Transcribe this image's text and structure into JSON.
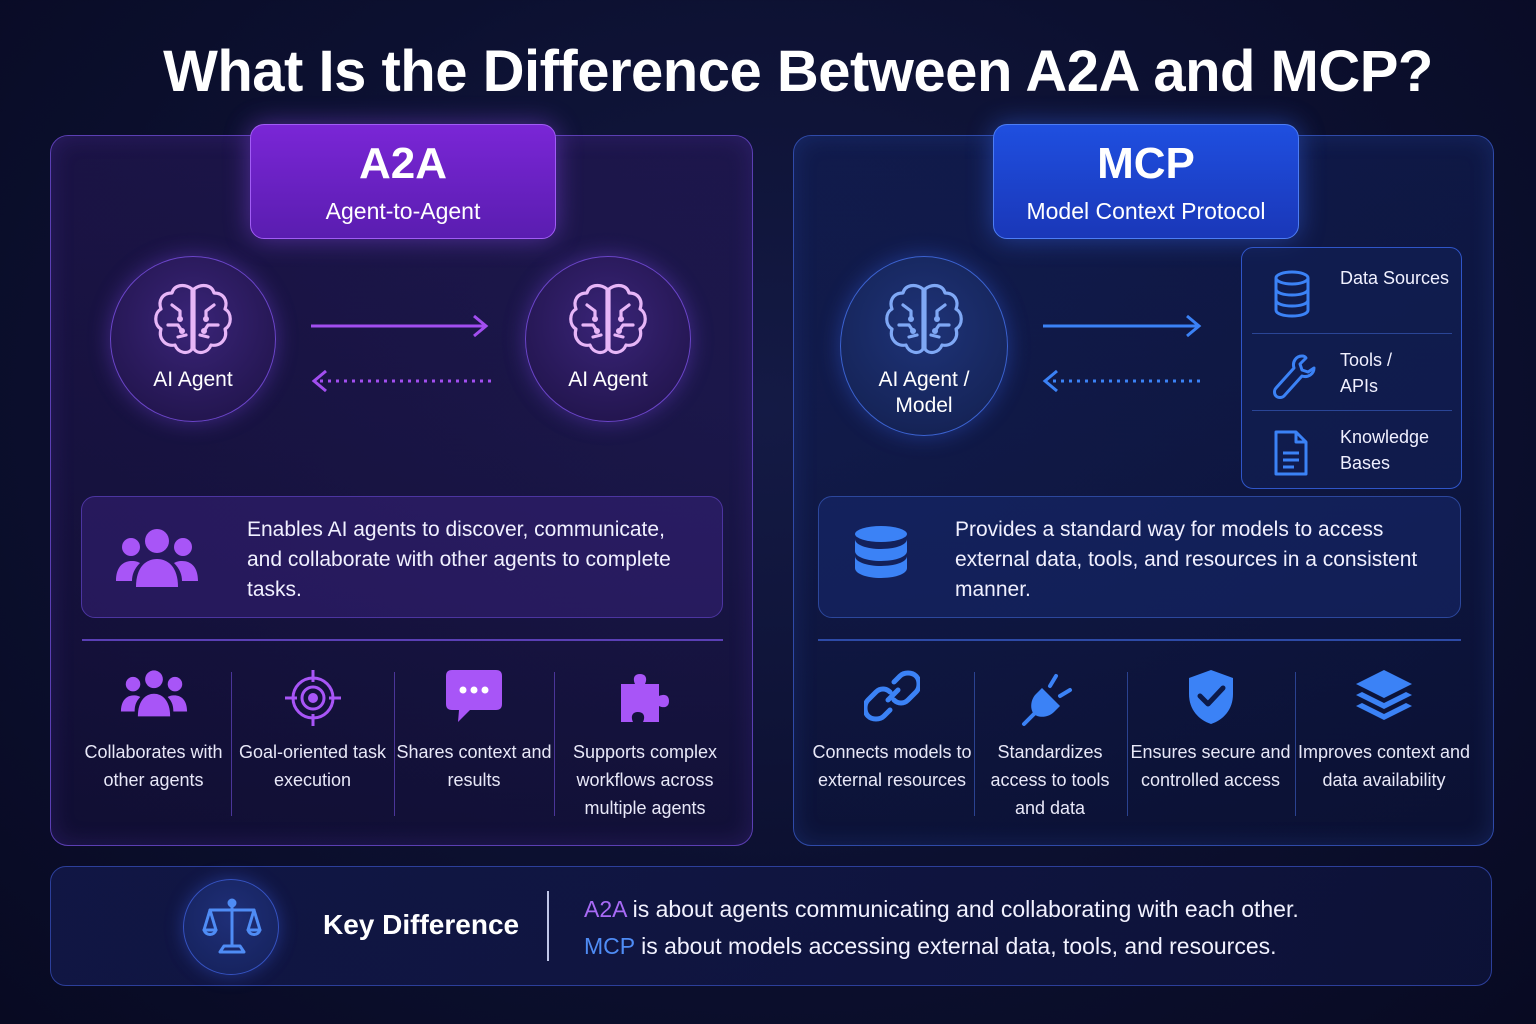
{
  "title": "What Is the Difference Between A2A and MCP?",
  "colors": {
    "a2a_accent": "#8b46f0",
    "mcp_accent": "#2f6df0",
    "background": "#0c1030"
  },
  "a2a": {
    "badge_title": "A2A",
    "badge_subtitle": "Agent-to-Agent",
    "agent_left_label": "AI Agent",
    "agent_right_label": "AI Agent",
    "agent_icon": "brain-icon",
    "description": "Enables AI agents to discover, communicate, and collaborate with other agents to complete tasks.",
    "description_icon": "users-icon",
    "features": [
      {
        "icon": "users-icon",
        "text": "Collaborates with other agents"
      },
      {
        "icon": "target-icon",
        "text": "Goal-oriented task execution"
      },
      {
        "icon": "chat-bubble-icon",
        "text": "Shares context and results"
      },
      {
        "icon": "puzzle-icon",
        "text": "Supports complex workflows across multiple agents"
      }
    ]
  },
  "mcp": {
    "badge_title": "MCP",
    "badge_subtitle": "Model Context Protocol",
    "agent_label": "AI Agent / Model",
    "agent_icon": "brain-icon",
    "resources": [
      {
        "icon": "database-icon",
        "text": "Data Sources"
      },
      {
        "icon": "wrench-icon",
        "text": "Tools / APIs"
      },
      {
        "icon": "document-icon",
        "text": "Knowledge Bases"
      }
    ],
    "description": "Provides a standard way for models to access external data, tools, and resources in a consistent manner.",
    "description_icon": "database-icon",
    "features": [
      {
        "icon": "link-icon",
        "text": "Connects models to external resources"
      },
      {
        "icon": "plug-icon",
        "text": "Standardizes access to tools and data"
      },
      {
        "icon": "shield-check-icon",
        "text": "Ensures secure and controlled access"
      },
      {
        "icon": "layers-icon",
        "text": "Improves context and data availability"
      }
    ]
  },
  "key_difference": {
    "label": "Key Difference",
    "icon": "scale-icon",
    "line1_highlight": "A2A",
    "line1_rest": " is about agents communicating and collaborating with each other.",
    "line2_highlight": "MCP",
    "line2_rest": " is about models accessing external data, tools, and resources."
  }
}
